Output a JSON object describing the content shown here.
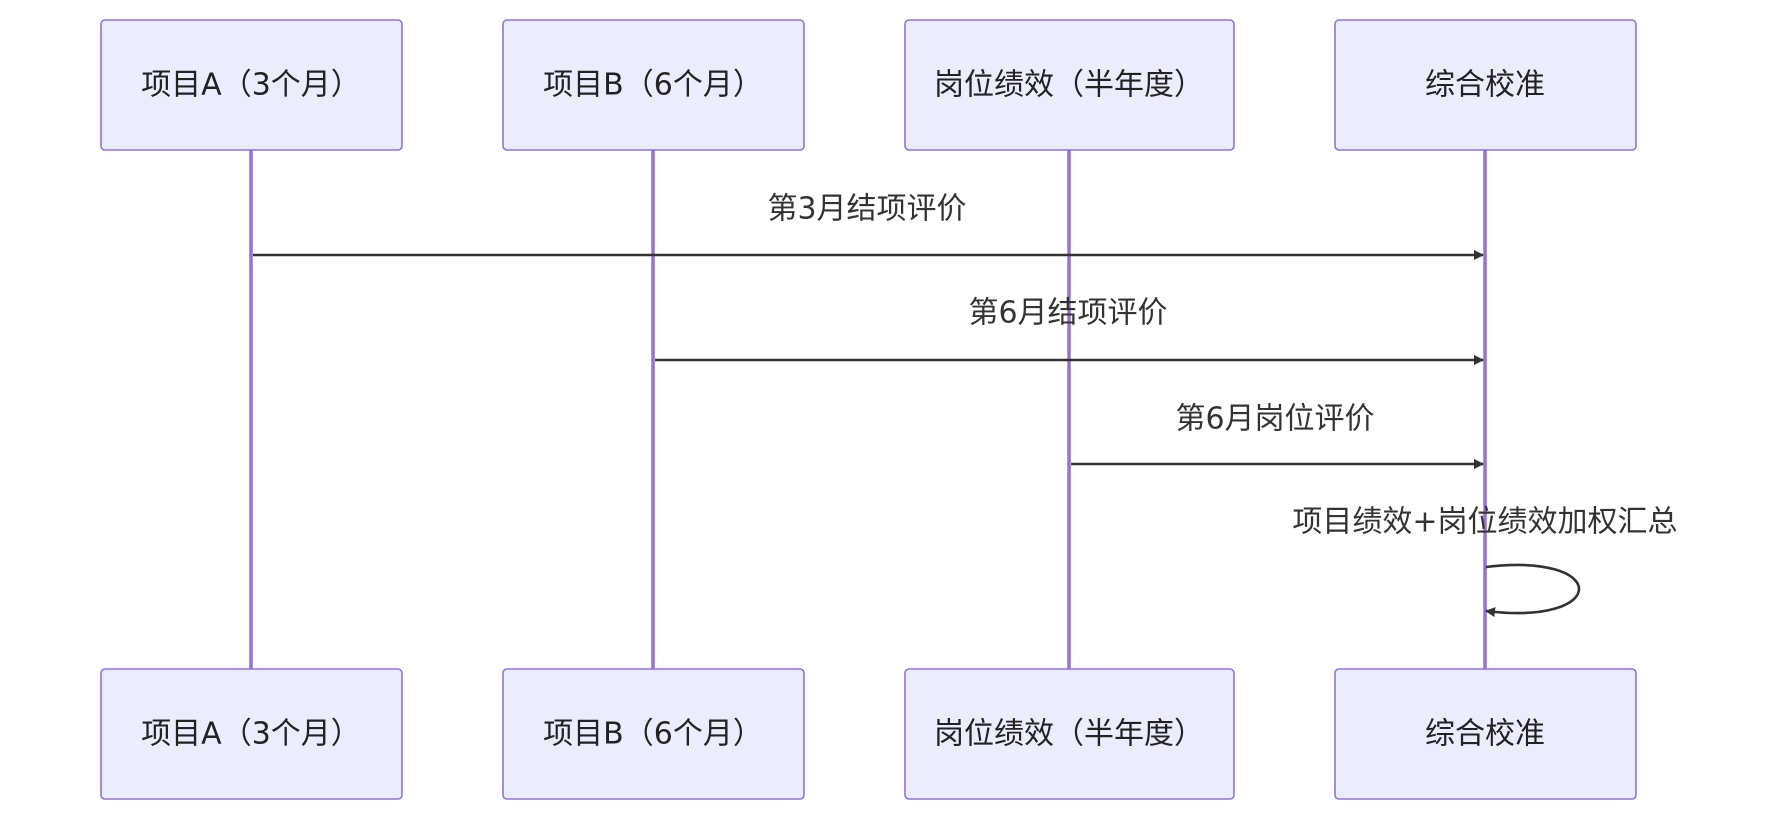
{
  "diagram": {
    "type": "sequence",
    "participants": [
      {
        "id": "a",
        "label": "项目A（3个月）"
      },
      {
        "id": "b",
        "label": "项目B（6个月）"
      },
      {
        "id": "job",
        "label": "岗位绩效（半年度）"
      },
      {
        "id": "cal",
        "label": "综合校准"
      }
    ],
    "messages": [
      {
        "from": "a",
        "to": "cal",
        "label": "第3月结项评价"
      },
      {
        "from": "b",
        "to": "cal",
        "label": "第6月结项评价"
      },
      {
        "from": "job",
        "to": "cal",
        "label": "第6月岗位评价"
      },
      {
        "from": "cal",
        "to": "cal",
        "label": "项目绩效+岗位绩效加权汇总"
      }
    ],
    "colors": {
      "actor_fill": "#ececff",
      "actor_stroke": "#9370db",
      "lifeline": "#9370db",
      "message": "#333333"
    }
  }
}
